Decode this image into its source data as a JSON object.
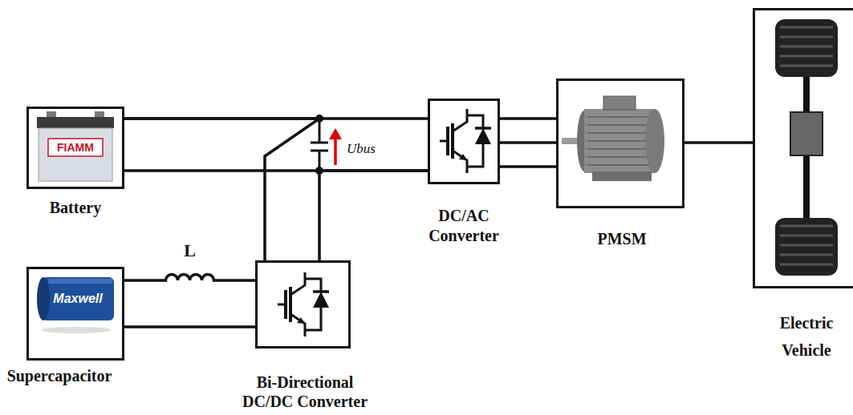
{
  "diagram": {
    "nodes": [
      {
        "text": [
          "Battery"
        ]
      },
      {
        "text": [
          "Supercapacitor"
        ]
      },
      {
        "text": [
          "Bi-Directional DC/DC Converter"
        ]
      },
      {
        "text": [
          "DC/AC Converter"
        ]
      },
      {
        "text": [
          "PMSM"
        ]
      },
      {
        "text": [
          "Electric Vehicle"
        ]
      }
    ],
    "edges": [
      {
        "from": 0,
        "to": 3,
        "arrow": "none"
      },
      {
        "from": 1,
        "to": 2,
        "label": "L",
        "arrow": "none"
      },
      {
        "from": 2,
        "to": 3,
        "arrow": "none"
      },
      {
        "from": 2,
        "to": 0,
        "arrow": "none"
      },
      {
        "from": 3,
        "to": 4,
        "arrow": "none"
      },
      {
        "from": 4,
        "to": 5,
        "arrow": "none"
      }
    ],
    "labels": [
      "FIAMM",
      "Maxwell",
      "Ubus"
    ]
  }
}
